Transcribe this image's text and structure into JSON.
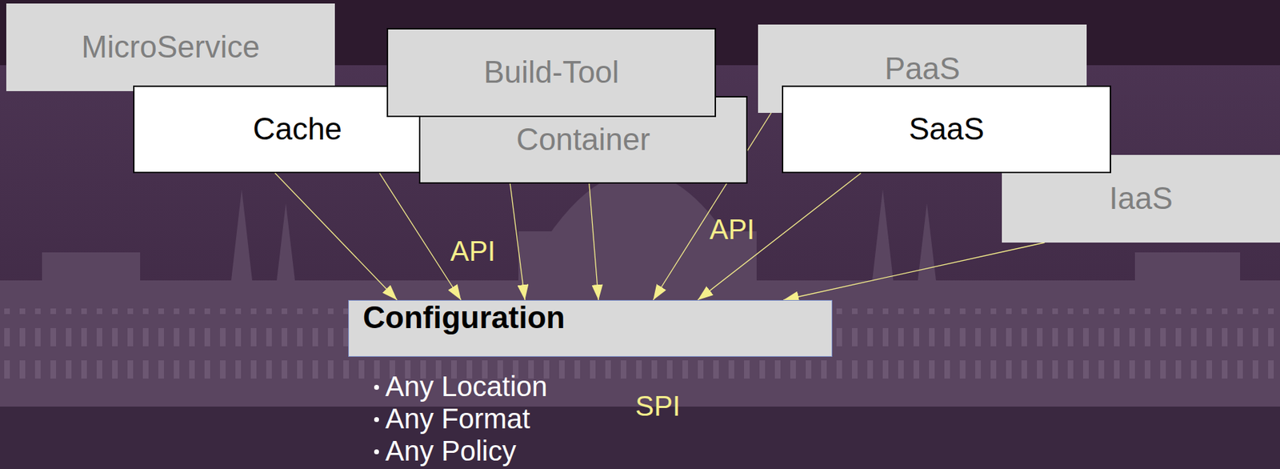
{
  "diagram": {
    "nodes": [
      {
        "text": [
          "MicroService"
        ]
      },
      {
        "text": [
          "Build-Tool"
        ]
      },
      {
        "text": [
          "PaaS"
        ]
      },
      {
        "text": [
          "Cache"
        ]
      },
      {
        "text": [
          "Container"
        ]
      },
      {
        "text": [
          "SaaS"
        ]
      },
      {
        "text": [
          "IaaS"
        ]
      },
      {
        "text": [
          "Configuration"
        ]
      }
    ],
    "edges": [
      {
        "from": 0,
        "to": 7,
        "arrow": "to"
      },
      {
        "from": 3,
        "to": 7,
        "arrow": "to"
      },
      {
        "from": 1,
        "to": 7,
        "arrow": "to"
      },
      {
        "from": 4,
        "to": 7,
        "arrow": "to"
      },
      {
        "from": 2,
        "to": 7,
        "arrow": "to"
      },
      {
        "from": 5,
        "to": 7,
        "arrow": "to"
      },
      {
        "from": 6,
        "to": 7,
        "arrow": "to"
      }
    ],
    "labels": [
      "API",
      "API",
      "SPI",
      "Any Location",
      "Any Format",
      "Any Policy"
    ]
  }
}
